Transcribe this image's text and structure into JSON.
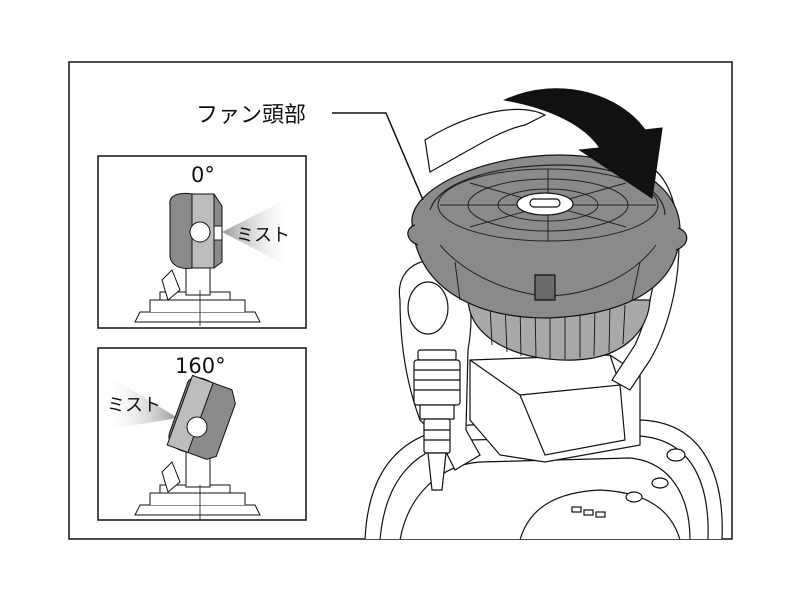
{
  "labels": {
    "fan_head": "ファン頭部",
    "angle_0": "0°",
    "angle_160": "160°",
    "mist_0": "ミスト",
    "mist_160": "ミスト"
  },
  "colors": {
    "line": "#111111",
    "fan_fill": "#8a8a8a",
    "fan_dark": "#555555",
    "mist_gray": "#9a9a9a",
    "background": "#ffffff"
  }
}
